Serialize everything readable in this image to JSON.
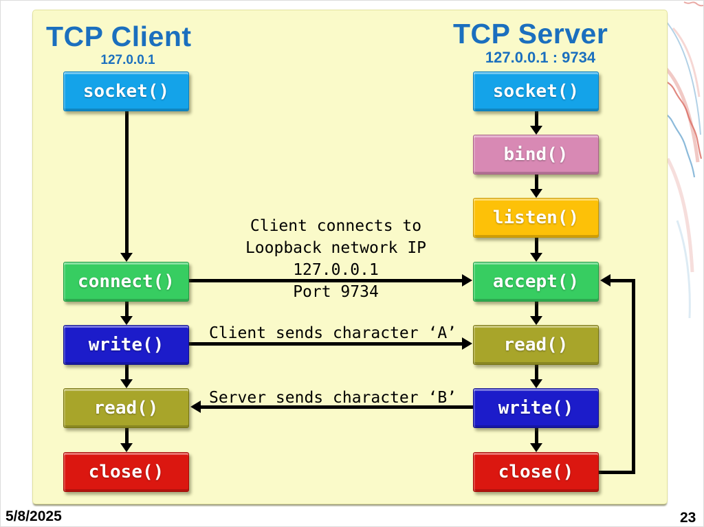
{
  "client": {
    "title": "TCP Client",
    "subtitle": "127.0.0.1",
    "boxes": [
      {
        "label": "socket()",
        "color": "#14A3E9"
      },
      {
        "label": "connect()",
        "color": "#37CD61"
      },
      {
        "label": "write()",
        "color": "#1C1CCA"
      },
      {
        "label": "read()",
        "color": "#A8A52A"
      },
      {
        "label": "close()",
        "color": "#DB1710"
      }
    ]
  },
  "server": {
    "title": "TCP Server",
    "subtitle": "127.0.0.1 : 9734",
    "boxes": [
      {
        "label": "socket()",
        "color": "#14A3E9"
      },
      {
        "label": "bind()",
        "color": "#D889B4"
      },
      {
        "label": "listen()",
        "color": "#FDC108"
      },
      {
        "label": "accept()",
        "color": "#37CD61"
      },
      {
        "label": "read()",
        "color": "#A8A52A"
      },
      {
        "label": "write()",
        "color": "#1C1CCA"
      },
      {
        "label": "close()",
        "color": "#DB1710"
      }
    ]
  },
  "annotations": {
    "connect_note_lines": [
      "Client connects to",
      "Loopback network IP",
      "127.0.0.1",
      "Port 9734"
    ],
    "send_a": "Client sends character ‘A’",
    "send_b": "Server sends character ‘B’"
  },
  "footer": {
    "date": "5/8/2025",
    "page": "23"
  },
  "colors": {
    "title_blue": "#1B6FBE",
    "panel_bg": "#FAFAC9",
    "arrow": "#000000",
    "deco_red": "#D96A60",
    "deco_blue": "#7FB2D6"
  }
}
